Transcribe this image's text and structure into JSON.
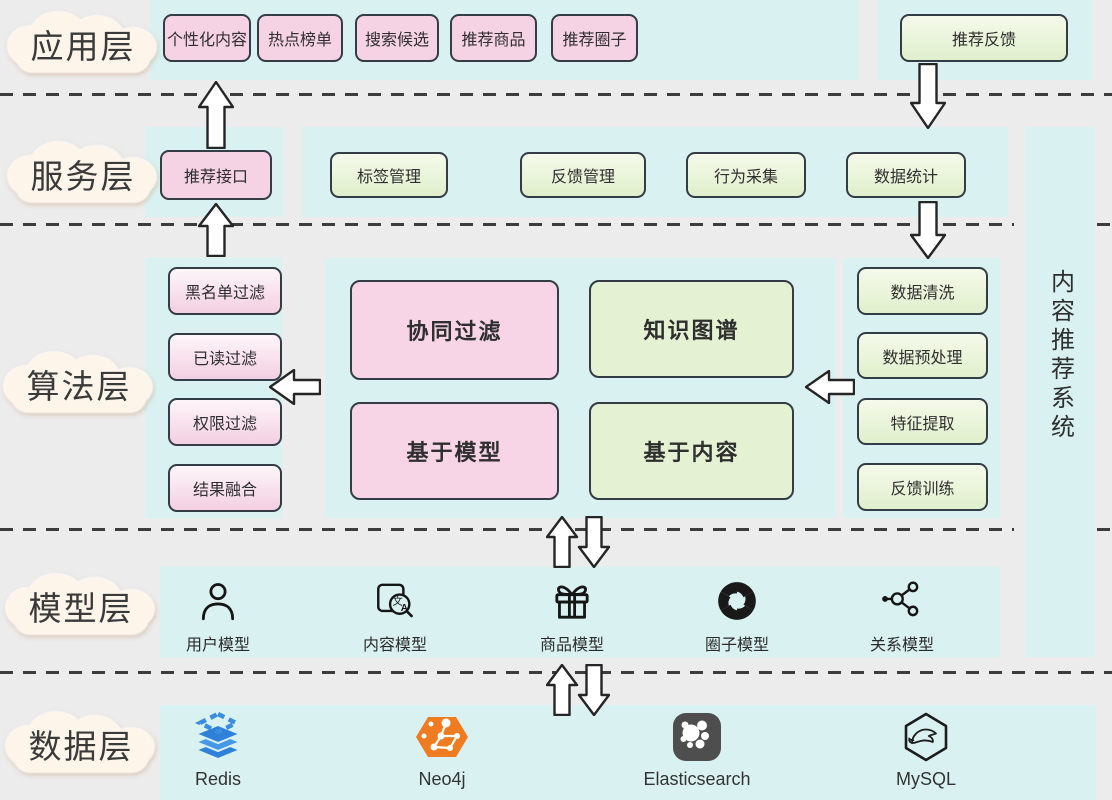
{
  "side_panel": {
    "title": "内容推荐系统"
  },
  "glyphs": {
    "content_zh": "文",
    "content_a": "A"
  },
  "colors": {
    "background": "#ececec",
    "panel_cyan": "#d9f2f1",
    "box_pink": "#f6d2e5",
    "box_green": "#e4f1d2",
    "border_dark": "#343d46",
    "redis_blue": "#2f80d8",
    "neo4j_orange": "#ef7c20",
    "elasticsearch_gray": "#4e4e4e"
  },
  "layers": {
    "application": {
      "cloud_label": "应用层",
      "boxes": [
        {
          "label": "个性化内容",
          "style": "pink"
        },
        {
          "label": "热点榜单",
          "style": "pink"
        },
        {
          "label": "搜索候选",
          "style": "pink"
        },
        {
          "label": "推荐商品",
          "style": "pink"
        },
        {
          "label": "推荐圈子",
          "style": "pink"
        },
        {
          "label": "推荐反馈",
          "style": "green"
        }
      ]
    },
    "service": {
      "cloud_label": "服务层",
      "boxes": [
        {
          "label": "推荐接口",
          "style": "pink"
        },
        {
          "label": "标签管理",
          "style": "green"
        },
        {
          "label": "反馈管理",
          "style": "green"
        },
        {
          "label": "行为采集",
          "style": "green"
        },
        {
          "label": "数据统计",
          "style": "green"
        }
      ]
    },
    "algorithm": {
      "cloud_label": "算法层",
      "filter_boxes": [
        {
          "label": "黑名单过滤"
        },
        {
          "label": "已读过滤"
        },
        {
          "label": "权限过滤"
        },
        {
          "label": "结果融合"
        }
      ],
      "core_boxes": [
        {
          "label": "协同过滤",
          "style": "pink"
        },
        {
          "label": "知识图谱",
          "style": "green"
        },
        {
          "label": "基于模型",
          "style": "pink"
        },
        {
          "label": "基于内容",
          "style": "green"
        }
      ],
      "processing_boxes": [
        {
          "label": "数据清洗"
        },
        {
          "label": "数据预处理"
        },
        {
          "label": "特征提取"
        },
        {
          "label": "反馈训练"
        }
      ]
    },
    "model": {
      "cloud_label": "模型层",
      "items": [
        {
          "icon": "user-icon",
          "label": "用户模型"
        },
        {
          "icon": "content-translate-icon",
          "label": "内容模型"
        },
        {
          "icon": "gift-icon",
          "label": "商品模型"
        },
        {
          "icon": "aperture-icon",
          "label": "圈子模型"
        },
        {
          "icon": "share-nodes-icon",
          "label": "关系模型"
        }
      ]
    },
    "data": {
      "cloud_label": "数据层",
      "items": [
        {
          "icon": "redis-stack-icon",
          "label": "Redis"
        },
        {
          "icon": "neo4j-graph-icon",
          "label": "Neo4j"
        },
        {
          "icon": "elasticsearch-icon",
          "label": "Elasticsearch"
        },
        {
          "icon": "mysql-dolphin-icon",
          "label": "MySQL"
        }
      ]
    }
  }
}
